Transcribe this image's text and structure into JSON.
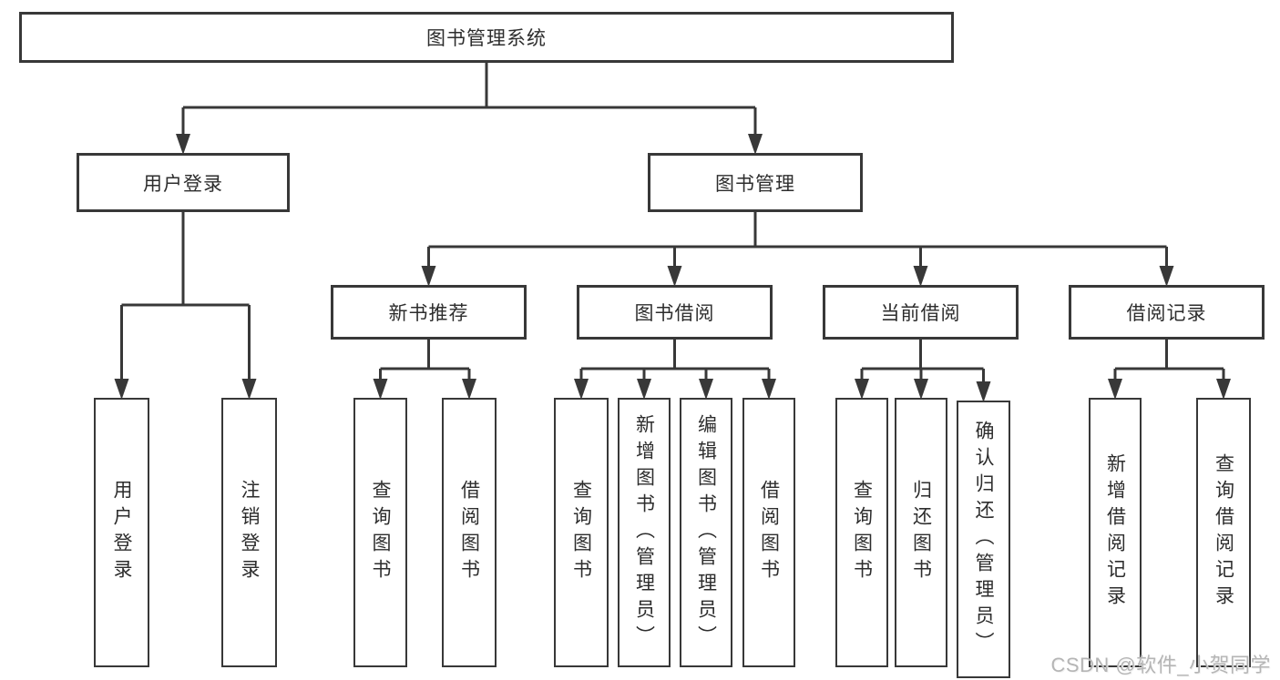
{
  "tree": {
    "root": {
      "label": "图书管理系统"
    },
    "branches": [
      {
        "label": "用户登录",
        "children": [
          {
            "label": "用户登录"
          },
          {
            "label": "注销登录"
          }
        ]
      },
      {
        "label": "图书管理",
        "children": [
          {
            "label": "新书推荐",
            "children": [
              {
                "label": "查询图书"
              },
              {
                "label": "借阅图书"
              }
            ]
          },
          {
            "label": "图书借阅",
            "children": [
              {
                "label": "查询图书"
              },
              {
                "label": "新增图书（管理员）"
              },
              {
                "label": "编辑图书（管理员）"
              },
              {
                "label": "借阅图书"
              }
            ]
          },
          {
            "label": "当前借阅",
            "children": [
              {
                "label": "查询图书"
              },
              {
                "label": "归还图书"
              },
              {
                "label": "确认归还（管理员）"
              }
            ]
          },
          {
            "label": "借阅记录",
            "children": [
              {
                "label": "新增借阅记录"
              },
              {
                "label": "查询借阅记录"
              }
            ]
          }
        ]
      }
    ]
  },
  "watermark": "CSDN @软件_小贺同学",
  "colors": {
    "line": "#383838",
    "box_border": "#383838",
    "box_fill": "#ffffff",
    "text": "#2d2d2d",
    "watermark": "#b5b5b5"
  }
}
